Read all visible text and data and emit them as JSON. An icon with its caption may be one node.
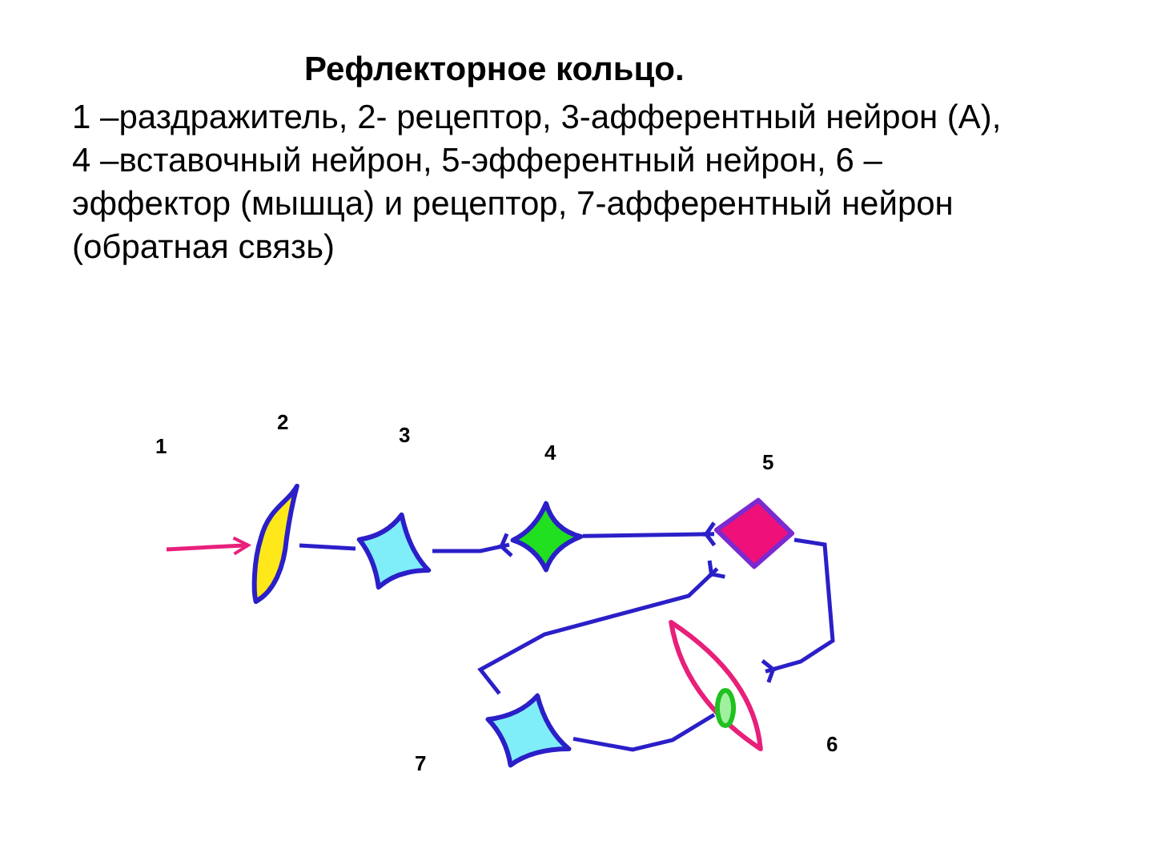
{
  "diagram": {
    "title": "Рефлекторное кольцо.",
    "caption": "1 –раздражитель, 2- рецептор, 3-афферентный нейрон (А), 4 –вставочный нейрон, 5-эфферентный нейрон, 6 – эффектор (мышца) и рецептор, 7-афферентный нейрон (обратная связь)",
    "nodes": [
      {
        "text": [],
        "shape": "bar"
      },
      {
        "text": [],
        "shape": "box"
      },
      {
        "text": [],
        "shape": "diamond"
      },
      {
        "text": [],
        "shape": "diamond"
      },
      {
        "text": [],
        "shape": "ellipse"
      },
      {
        "text": [],
        "shape": "circle",
        "in": 4
      },
      {
        "text": [],
        "shape": "box"
      }
    ],
    "edges": [
      {
        "from": null,
        "to": 0,
        "arrow": "to",
        "color": "#e8207a"
      },
      {
        "from": 0,
        "to": 1,
        "arrow": "none"
      },
      {
        "from": 1,
        "to": 2,
        "arrow": "other"
      },
      {
        "from": 2,
        "to": 3,
        "arrow": "other"
      },
      {
        "from": 3,
        "to": 4,
        "arrow": "other"
      },
      {
        "from": 5,
        "to": 6,
        "arrow": "none"
      },
      {
        "from": 6,
        "to": 3,
        "arrow": "other"
      }
    ],
    "labels": [
      "1",
      "2",
      "3",
      "4",
      "5",
      "6",
      "7"
    ]
  }
}
